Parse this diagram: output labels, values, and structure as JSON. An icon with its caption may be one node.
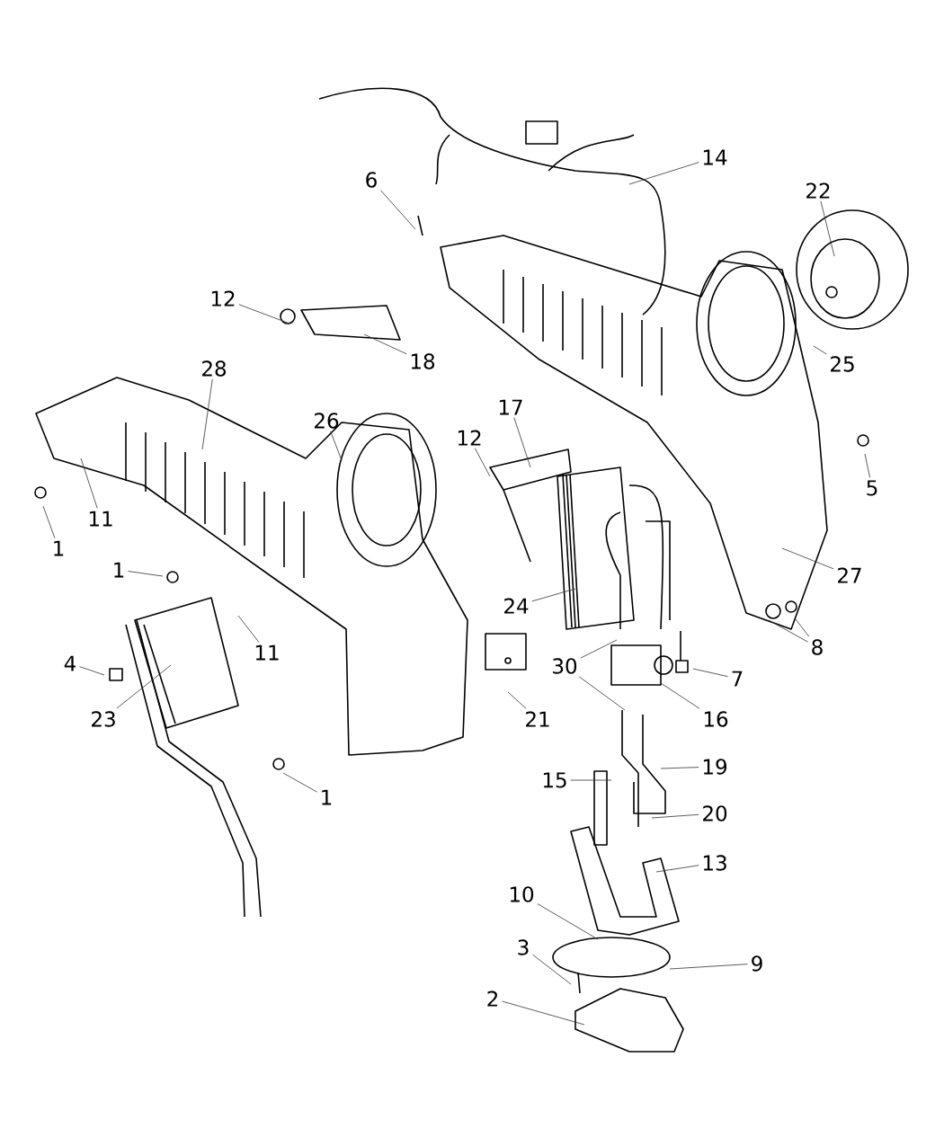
{
  "diagram": {
    "nodes": [
      {
        "text": [
          "14"
        ]
      },
      {
        "text": [
          "6"
        ]
      },
      {
        "text": [
          "22"
        ]
      },
      {
        "text": [
          "12"
        ]
      },
      {
        "text": [
          "18"
        ]
      },
      {
        "text": [
          "25"
        ]
      },
      {
        "text": [
          "28"
        ]
      },
      {
        "text": [
          "26"
        ]
      },
      {
        "text": [
          "17"
        ]
      },
      {
        "text": [
          "12"
        ]
      },
      {
        "text": [
          "5"
        ]
      },
      {
        "text": [
          "11"
        ]
      },
      {
        "text": [
          "1"
        ]
      },
      {
        "text": [
          "1"
        ]
      },
      {
        "text": [
          "27"
        ]
      },
      {
        "text": [
          "24"
        ]
      },
      {
        "text": [
          "8"
        ]
      },
      {
        "text": [
          "11"
        ]
      },
      {
        "text": [
          "30"
        ]
      },
      {
        "text": [
          "7"
        ]
      },
      {
        "text": [
          "4"
        ]
      },
      {
        "text": [
          "23"
        ]
      },
      {
        "text": [
          "21"
        ]
      },
      {
        "text": [
          "16"
        ]
      },
      {
        "text": [
          "1"
        ]
      },
      {
        "text": [
          "15"
        ]
      },
      {
        "text": [
          "19"
        ]
      },
      {
        "text": [
          "20"
        ]
      },
      {
        "text": [
          "13"
        ]
      },
      {
        "text": [
          "10"
        ]
      },
      {
        "text": [
          "9"
        ]
      },
      {
        "text": [
          "3"
        ]
      },
      {
        "text": [
          "2"
        ]
      }
    ],
    "edges": [
      {
        "from": 0,
        "to": null,
        "arrow": "none"
      },
      {
        "from": 1,
        "to": null,
        "arrow": "none"
      },
      {
        "from": 2,
        "to": null,
        "arrow": "none"
      },
      {
        "from": 3,
        "to": null,
        "arrow": "none"
      },
      {
        "from": 4,
        "to": null,
        "arrow": "none"
      },
      {
        "from": 5,
        "to": null,
        "arrow": "none"
      },
      {
        "from": 6,
        "to": null,
        "arrow": "none"
      },
      {
        "from": 7,
        "to": null,
        "arrow": "none"
      },
      {
        "from": 8,
        "to": null,
        "arrow": "none"
      },
      {
        "from": 9,
        "to": null,
        "arrow": "none"
      },
      {
        "from": 10,
        "to": null,
        "arrow": "none"
      },
      {
        "from": 11,
        "to": null,
        "arrow": "none"
      },
      {
        "from": 12,
        "to": null,
        "arrow": "none"
      },
      {
        "from": 13,
        "to": null,
        "arrow": "none"
      },
      {
        "from": 14,
        "to": null,
        "arrow": "none"
      },
      {
        "from": 15,
        "to": null,
        "arrow": "none"
      },
      {
        "from": 16,
        "to": null,
        "arrow": "none"
      },
      {
        "from": 16,
        "to": null,
        "arrow": "none"
      },
      {
        "from": 17,
        "to": null,
        "arrow": "none"
      },
      {
        "from": 18,
        "to": null,
        "arrow": "none"
      },
      {
        "from": 18,
        "to": null,
        "arrow": "none"
      },
      {
        "from": 19,
        "to": null,
        "arrow": "none"
      },
      {
        "from": 20,
        "to": null,
        "arrow": "none"
      },
      {
        "from": 21,
        "to": null,
        "arrow": "none"
      },
      {
        "from": 22,
        "to": null,
        "arrow": "none"
      },
      {
        "from": 23,
        "to": null,
        "arrow": "none"
      },
      {
        "from": 24,
        "to": null,
        "arrow": "none"
      },
      {
        "from": 25,
        "to": null,
        "arrow": "none"
      },
      {
        "from": 26,
        "to": null,
        "arrow": "none"
      },
      {
        "from": 27,
        "to": null,
        "arrow": "none"
      },
      {
        "from": 28,
        "to": null,
        "arrow": "none"
      },
      {
        "from": 29,
        "to": null,
        "arrow": "none"
      },
      {
        "from": 30,
        "to": null,
        "arrow": "none"
      },
      {
        "from": 31,
        "to": null,
        "arrow": "none"
      },
      {
        "from": 32,
        "to": null,
        "arrow": "none"
      }
    ]
  }
}
